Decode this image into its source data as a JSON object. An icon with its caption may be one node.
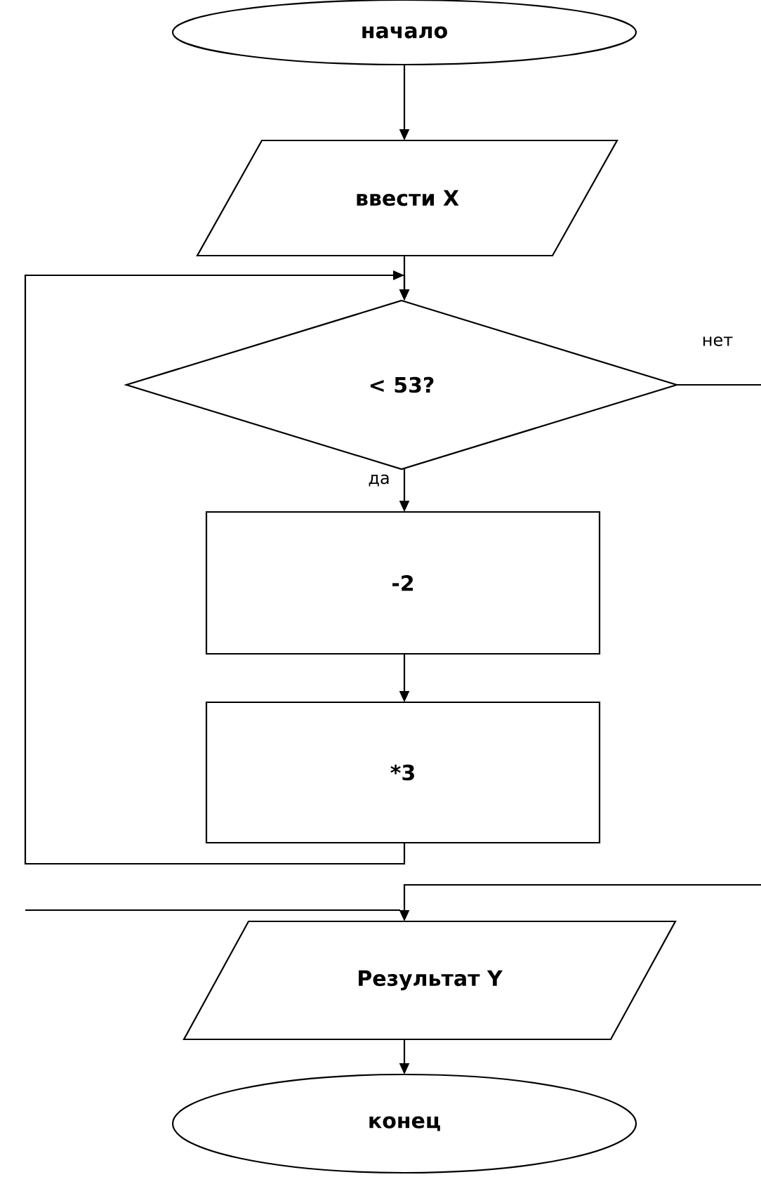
{
  "diagram": {
    "nodes": [
      {
        "text": [
          "начало"
        ]
      },
      {
        "text": [
          "ввести X"
        ]
      },
      {
        "text": [
          "< 53?"
        ]
      },
      {
        "text": [
          "-2"
        ]
      },
      {
        "text": [
          "*3"
        ]
      },
      {
        "text": [
          "Результат Y"
        ]
      },
      {
        "text": [
          "конец"
        ]
      }
    ],
    "edges": [
      {
        "from": 0,
        "to": 1,
        "arrow": "to"
      },
      {
        "from": 1,
        "to": 2,
        "arrow": "to"
      },
      {
        "from": 2,
        "to": 3,
        "arrow": "to",
        "label": "да"
      },
      {
        "from": 3,
        "to": 4,
        "arrow": "to"
      },
      {
        "from": 4,
        "to": 2,
        "arrow": "to"
      },
      {
        "from": 2,
        "to": 5,
        "arrow": "to",
        "label": "нет"
      },
      {
        "from": null,
        "to": 5,
        "arrow": "none"
      },
      {
        "from": 5,
        "to": 6,
        "arrow": "to"
      }
    ]
  }
}
